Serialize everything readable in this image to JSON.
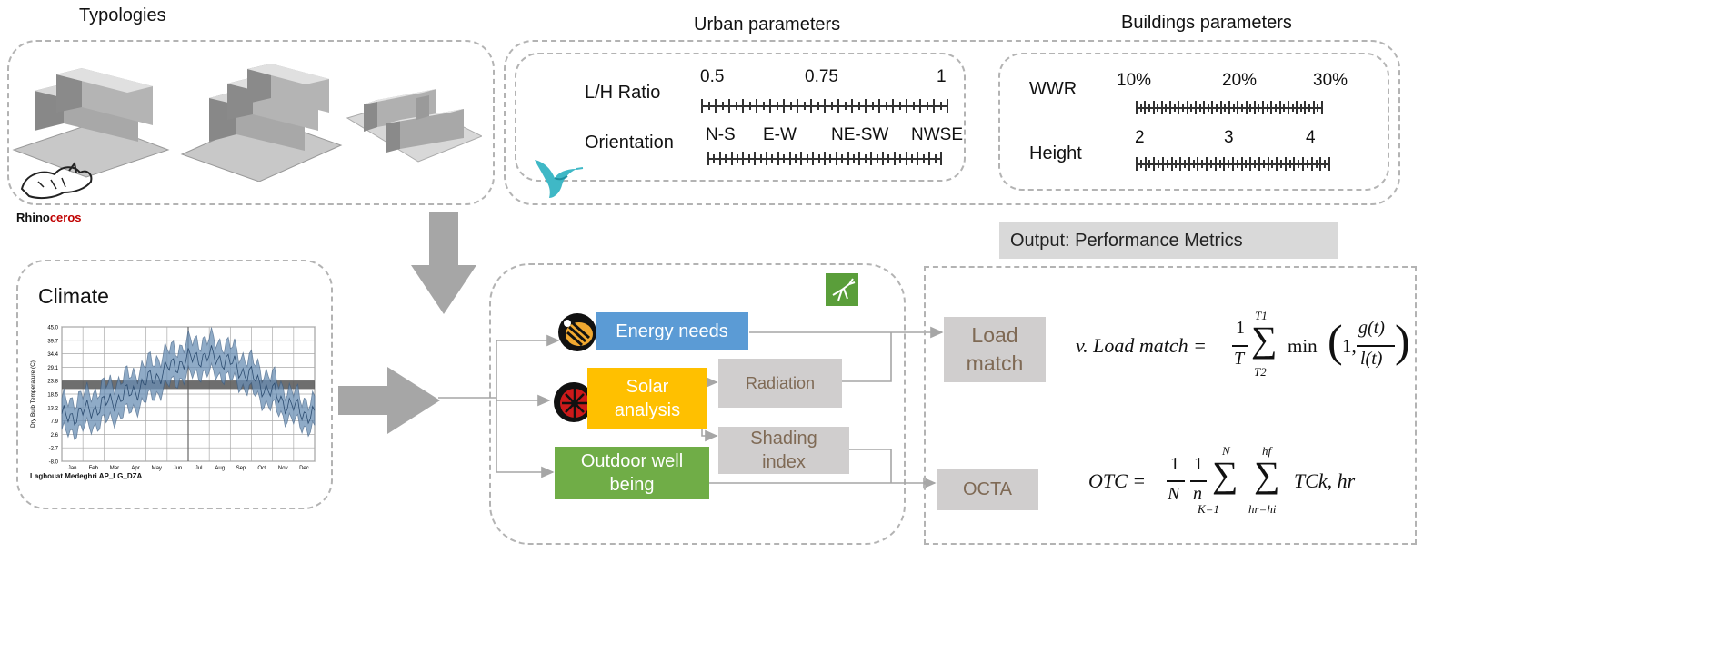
{
  "typologies": {
    "title": "Typologies",
    "rhino_logo_a": "Rhino",
    "rhino_logo_b": "ceros"
  },
  "urban": {
    "title": "Urban parameters",
    "lh_label": "L/H Ratio",
    "lh_ticks": [
      "0.5",
      "0.75",
      "1"
    ],
    "orientation_label": "Orientation",
    "orientation_ticks": [
      "N-S",
      "E-W",
      "NE-SW",
      "NWSE"
    ]
  },
  "buildings": {
    "title": "Buildings parameters",
    "wwr_label": "WWR",
    "wwr_ticks": [
      "10%",
      "20%",
      "30%"
    ],
    "height_label": "Height",
    "height_ticks": [
      "2",
      "3",
      "4"
    ]
  },
  "climate": {
    "title": "Climate",
    "chart_ylabel": "Dry Bulb Temperature (C)",
    "chart_footer": "Laghouat Medeghri AP_LG_DZA",
    "y_ticks": [
      "45.0",
      "39.7",
      "34.4",
      "29.1",
      "23.8",
      "18.5",
      "13.2",
      "7.9",
      "2.6",
      "-2.7",
      "-8.0"
    ],
    "months": [
      "Jan",
      "Feb",
      "Mar",
      "Apr",
      "May",
      "Jun",
      "Jul",
      "Aug",
      "Sep",
      "Oct",
      "Nov",
      "Dec"
    ]
  },
  "process": {
    "energy": "Energy needs",
    "solar": "Solar analysis",
    "outdoor": "Outdoor well being",
    "radiation": "Radiation",
    "shading": "Shading index"
  },
  "output": {
    "title": "Output: Performance Metrics",
    "load_match": "Load match",
    "octa": "OCTA"
  },
  "formulas": {
    "load_match_prefix": "v. Load match =",
    "load_frac_num": "1",
    "load_frac_den": "T",
    "load_sum_upper": "T1",
    "load_sum_lower": "T2",
    "load_min": "min",
    "load_one": "1,",
    "load_g": "g(t)",
    "load_l": "l(t)",
    "otc_prefix": "OTC =",
    "otc_frac1_num": "1",
    "otc_frac1_den": "N",
    "otc_frac2_num": "1",
    "otc_frac2_den": "n",
    "otc_sum1_upper": "N",
    "otc_sum1_lower": "K=1",
    "otc_sum2_upper": "hf",
    "otc_sum2_lower": "hr=hi",
    "otc_term": "TCk, hr"
  },
  "colors": {
    "energy": "#5b9bd5",
    "solar": "#ffc000",
    "outdoor": "#70ad47",
    "grey_box": "#d0cece",
    "grey_text": "#7f6a55",
    "arrow": "#a6a6a6",
    "dash": "#b3b3b3",
    "chart_band": "#6a8fb5",
    "comfort_band": "#555555"
  },
  "chart_data": {
    "type": "area",
    "ylabel": "Dry Bulb Temperature (C)",
    "ylim": [
      -8.0,
      45.0
    ],
    "categories": [
      "Jan",
      "Feb",
      "Mar",
      "Apr",
      "May",
      "Jun",
      "Jul",
      "Aug",
      "Sep",
      "Oct",
      "Nov",
      "Dec"
    ],
    "series": [
      {
        "values_low": [
          3,
          5,
          8,
          12,
          18,
          24,
          27,
          26,
          21,
          14,
          8,
          4
        ],
        "values_high": [
          15,
          18,
          22,
          26,
          32,
          37,
          40,
          39,
          33,
          26,
          19,
          15
        ]
      }
    ],
    "comfort_band": [
      20.5,
      23.8
    ],
    "grid": true
  }
}
